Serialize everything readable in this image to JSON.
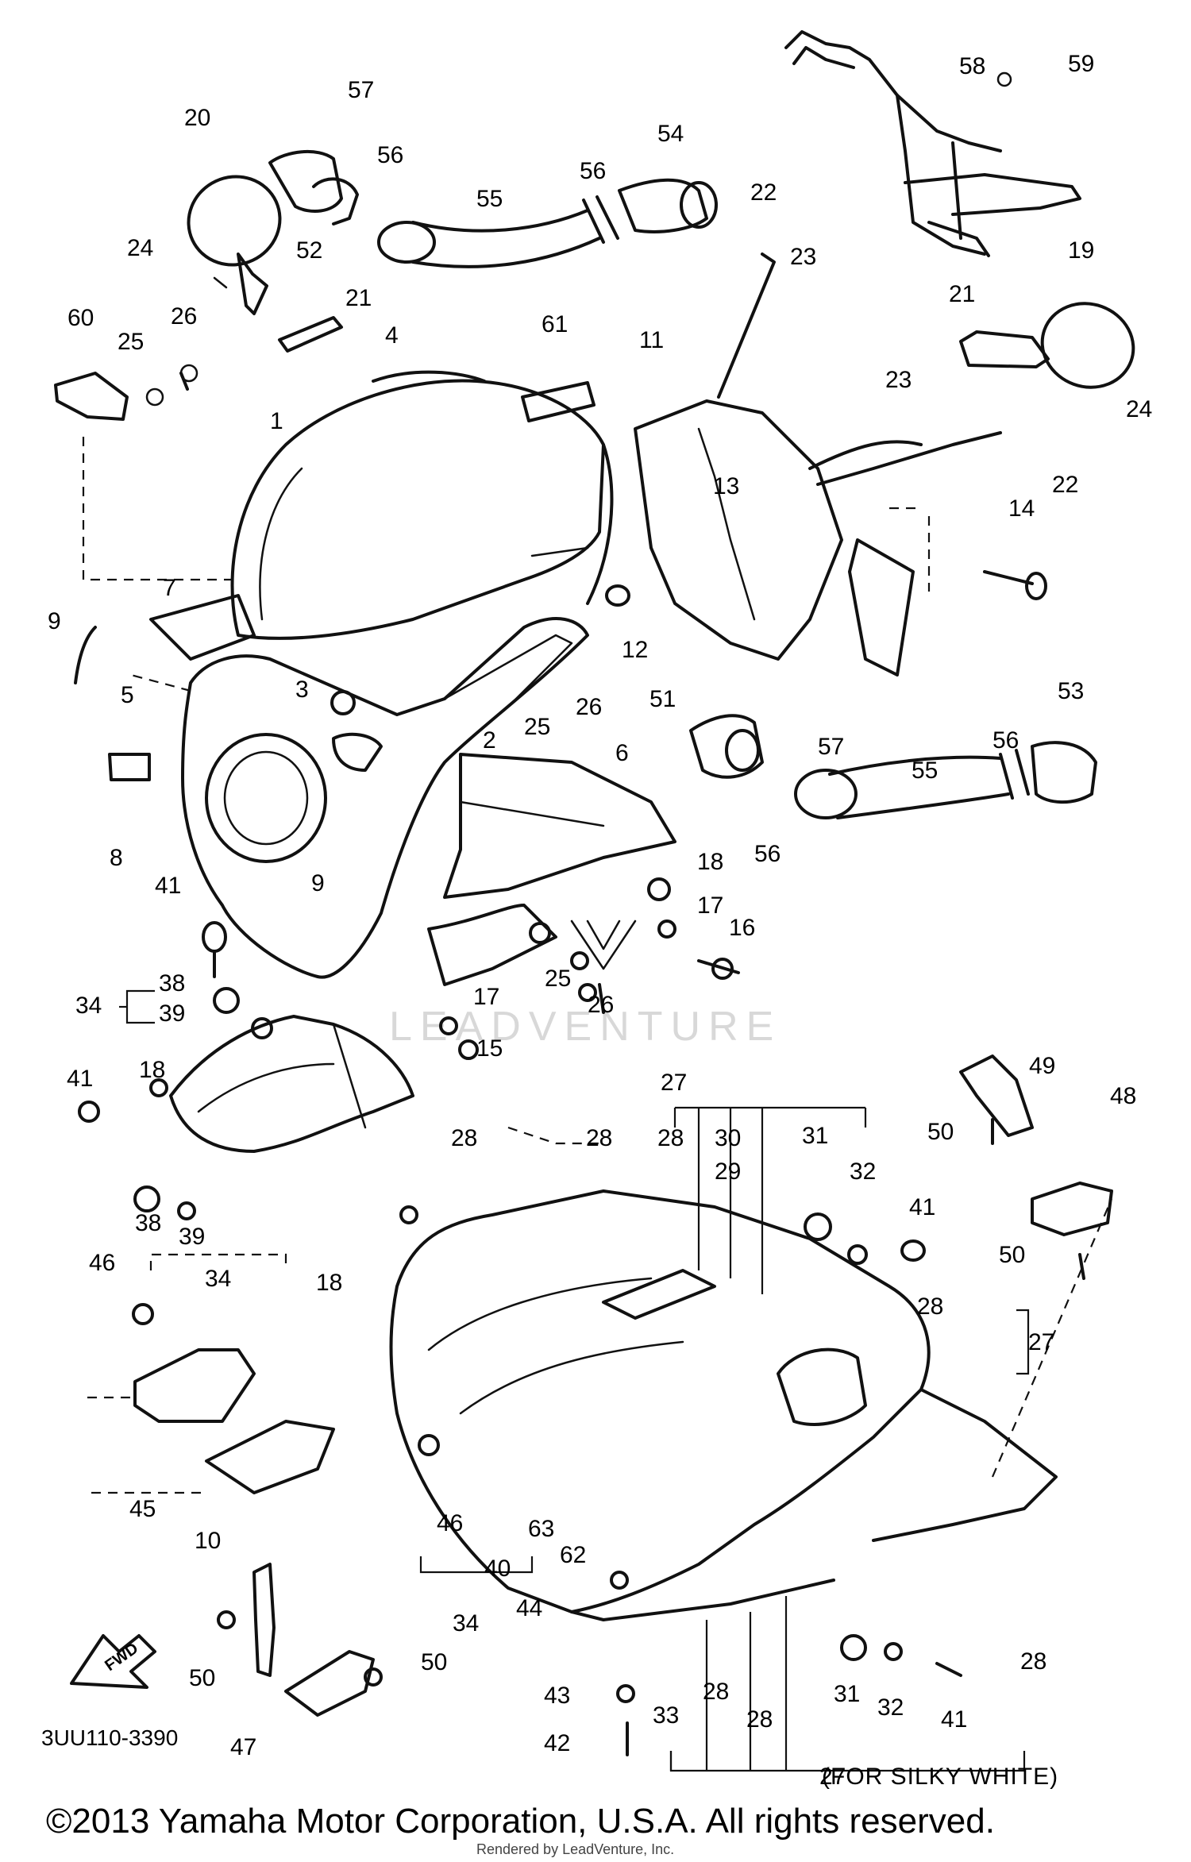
{
  "callouts": [
    {
      "id": "c20",
      "text": "20"
    },
    {
      "id": "c57a",
      "text": "57"
    },
    {
      "id": "c56a",
      "text": "56"
    },
    {
      "id": "c54",
      "text": "54"
    },
    {
      "id": "c56b",
      "text": "56"
    },
    {
      "id": "c55a",
      "text": "55"
    },
    {
      "id": "c22a",
      "text": "22"
    },
    {
      "id": "c23a",
      "text": "23"
    },
    {
      "id": "c58",
      "text": "58"
    },
    {
      "id": "c59",
      "text": "59"
    },
    {
      "id": "c19",
      "text": "19"
    },
    {
      "id": "c24a",
      "text": "24"
    },
    {
      "id": "c52",
      "text": "52"
    },
    {
      "id": "c21a",
      "text": "21"
    },
    {
      "id": "c60",
      "text": "60"
    },
    {
      "id": "c25a",
      "text": "25"
    },
    {
      "id": "c26a",
      "text": "26"
    },
    {
      "id": "c4",
      "text": "4"
    },
    {
      "id": "c61",
      "text": "61"
    },
    {
      "id": "c11",
      "text": "11"
    },
    {
      "id": "c21b",
      "text": "21"
    },
    {
      "id": "c23b",
      "text": "23"
    },
    {
      "id": "c24b",
      "text": "24"
    },
    {
      "id": "c22b",
      "text": "22"
    },
    {
      "id": "c1",
      "text": "1"
    },
    {
      "id": "c13",
      "text": "13"
    },
    {
      "id": "c14",
      "text": "14"
    },
    {
      "id": "c7",
      "text": "7"
    },
    {
      "id": "c9a",
      "text": "9"
    },
    {
      "id": "c12",
      "text": "12"
    },
    {
      "id": "c5",
      "text": "5"
    },
    {
      "id": "c3",
      "text": "3"
    },
    {
      "id": "c2",
      "text": "2"
    },
    {
      "id": "c25b",
      "text": "25"
    },
    {
      "id": "c26b",
      "text": "26"
    },
    {
      "id": "c51",
      "text": "51"
    },
    {
      "id": "c57b",
      "text": "57"
    },
    {
      "id": "c53",
      "text": "53"
    },
    {
      "id": "c55b",
      "text": "55"
    },
    {
      "id": "c56c",
      "text": "56"
    },
    {
      "id": "c6",
      "text": "6"
    },
    {
      "id": "c56d",
      "text": "56"
    },
    {
      "id": "c8",
      "text": "8"
    },
    {
      "id": "c18a",
      "text": "18"
    },
    {
      "id": "c9b",
      "text": "9"
    },
    {
      "id": "c41a",
      "text": "41"
    },
    {
      "id": "c17a",
      "text": "17"
    },
    {
      "id": "c16",
      "text": "16"
    },
    {
      "id": "c38a",
      "text": "38"
    },
    {
      "id": "c34a",
      "text": "34"
    },
    {
      "id": "c39a",
      "text": "39"
    },
    {
      "id": "c25c",
      "text": "25"
    },
    {
      "id": "c26c",
      "text": "26"
    },
    {
      "id": "c17b",
      "text": "17"
    },
    {
      "id": "c15",
      "text": "15"
    },
    {
      "id": "c27a",
      "text": "27"
    },
    {
      "id": "c49",
      "text": "49"
    },
    {
      "id": "c48",
      "text": "48"
    },
    {
      "id": "c41b",
      "text": "41"
    },
    {
      "id": "c18b",
      "text": "18"
    },
    {
      "id": "c28a",
      "text": "28"
    },
    {
      "id": "c28b",
      "text": "28"
    },
    {
      "id": "c28c",
      "text": "28"
    },
    {
      "id": "c30",
      "text": "30"
    },
    {
      "id": "c31a",
      "text": "31"
    },
    {
      "id": "c32a",
      "text": "32"
    },
    {
      "id": "c50a",
      "text": "50"
    },
    {
      "id": "c29",
      "text": "29"
    },
    {
      "id": "c41c",
      "text": "41"
    },
    {
      "id": "c38b",
      "text": "38"
    },
    {
      "id": "c39b",
      "text": "39"
    },
    {
      "id": "c50b",
      "text": "50"
    },
    {
      "id": "c34b",
      "text": "34"
    },
    {
      "id": "c18c",
      "text": "18"
    },
    {
      "id": "c46a",
      "text": "46"
    },
    {
      "id": "c28d",
      "text": "28"
    },
    {
      "id": "c27b",
      "text": "27"
    },
    {
      "id": "c45",
      "text": "45"
    },
    {
      "id": "c46b",
      "text": "46"
    },
    {
      "id": "c63",
      "text": "63"
    },
    {
      "id": "c62",
      "text": "62"
    },
    {
      "id": "c10",
      "text": "10"
    },
    {
      "id": "c40",
      "text": "40"
    },
    {
      "id": "c34c",
      "text": "34"
    },
    {
      "id": "c44",
      "text": "44"
    },
    {
      "id": "c50c",
      "text": "50"
    },
    {
      "id": "c50d",
      "text": "50"
    },
    {
      "id": "c31b",
      "text": "31"
    },
    {
      "id": "c32b",
      "text": "32"
    },
    {
      "id": "c41d",
      "text": "41"
    },
    {
      "id": "c28e",
      "text": "28"
    },
    {
      "id": "c43",
      "text": "43"
    },
    {
      "id": "c33",
      "text": "33"
    },
    {
      "id": "c28f",
      "text": "28"
    },
    {
      "id": "c28g",
      "text": "28"
    },
    {
      "id": "c47",
      "text": "47"
    },
    {
      "id": "c42",
      "text": "42"
    },
    {
      "id": "c27c",
      "text": "27"
    }
  ],
  "arrow_label": "FWD",
  "drawing_code": "3UU110-3390",
  "footnote": "(FOR SILKY WHITE)",
  "watermark": "LEADVENTURE",
  "copyright": "©2013 Yamaha Motor Corporation, U.S.A. All rights reserved.",
  "rendered_by": "Rendered by LeadVenture, Inc."
}
